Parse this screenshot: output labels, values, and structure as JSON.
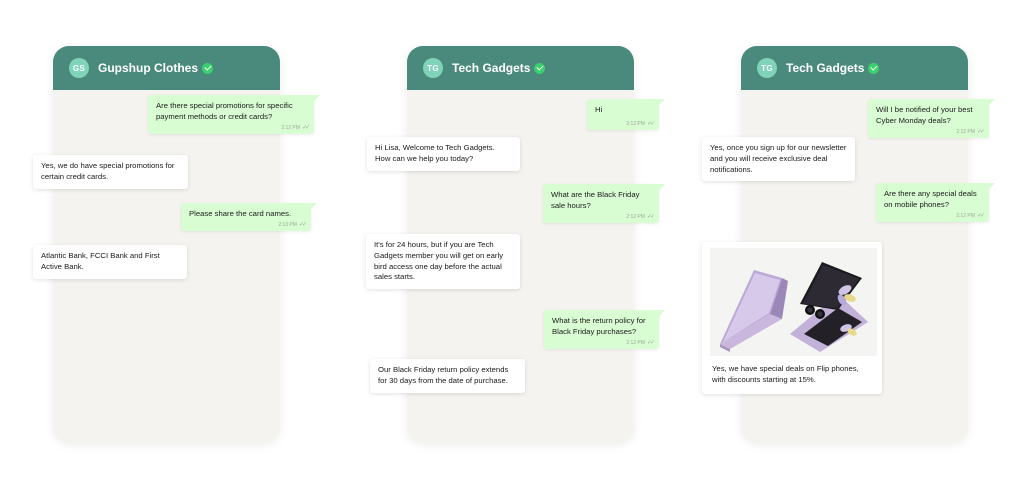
{
  "chats": [
    {
      "avatar": "GS",
      "name": "Gupshup Clothes",
      "messages": [
        {
          "dir": "out",
          "text": "Are there special promotions for specific payment methods or credit cards?",
          "time": "2:12 PM"
        },
        {
          "dir": "in",
          "text": "Yes, we do have special promotions for certain credit cards."
        },
        {
          "dir": "out",
          "text": "Please share the card names.",
          "time": "2:13 PM"
        },
        {
          "dir": "in",
          "text": "Atlantic Bank, FCCI Bank and First Active Bank."
        }
      ]
    },
    {
      "avatar": "TG",
      "name": "Tech Gadgets",
      "messages": [
        {
          "dir": "out",
          "text": "Hi",
          "time": "2:12 PM"
        },
        {
          "dir": "in",
          "text": "Hi Lisa, Welcome to Tech Gadgets. How can we help you today?"
        },
        {
          "dir": "out",
          "text": "What are the Black Friday sale hours?",
          "time": "2:12 PM"
        },
        {
          "dir": "in",
          "text": "It's for 24 hours, but if you are Tech Gadgets member you will get on early bird access one day before the actual sales starts."
        },
        {
          "dir": "out",
          "text": "What is the return policy for Black Friday purchases?",
          "time": "2:12 PM"
        },
        {
          "dir": "in",
          "text": "Our Black Friday return policy extends for 30 days from the date of purchase."
        }
      ]
    },
    {
      "avatar": "TG",
      "name": "Tech Gadgets",
      "messages": [
        {
          "dir": "out",
          "text": "Will I be notified of your best Cyber Monday deals?",
          "time": "2:12 PM"
        },
        {
          "dir": "in",
          "text": "Yes, once you sign up for our newsletter and you will receive exclusive deal notifications."
        },
        {
          "dir": "out",
          "text": "Are there any special deals on mobile phones?",
          "time": "2:12 PM"
        },
        {
          "dir": "in",
          "text": "Yes, we have special deals on Flip phones, with discounts starting at 15%.",
          "image": "flip-phone-image"
        }
      ]
    }
  ],
  "colors": {
    "header": "#4a8a7c",
    "avatar": "#7fd3b9",
    "verified": "#3ccf6e",
    "outgoing_bubble": "#d9fdd3",
    "incoming_bubble": "#ffffff",
    "chat_background": "#f5f3ef"
  },
  "icons": {
    "verified": "verified-check-icon",
    "read_receipt": "double-check-icon"
  }
}
